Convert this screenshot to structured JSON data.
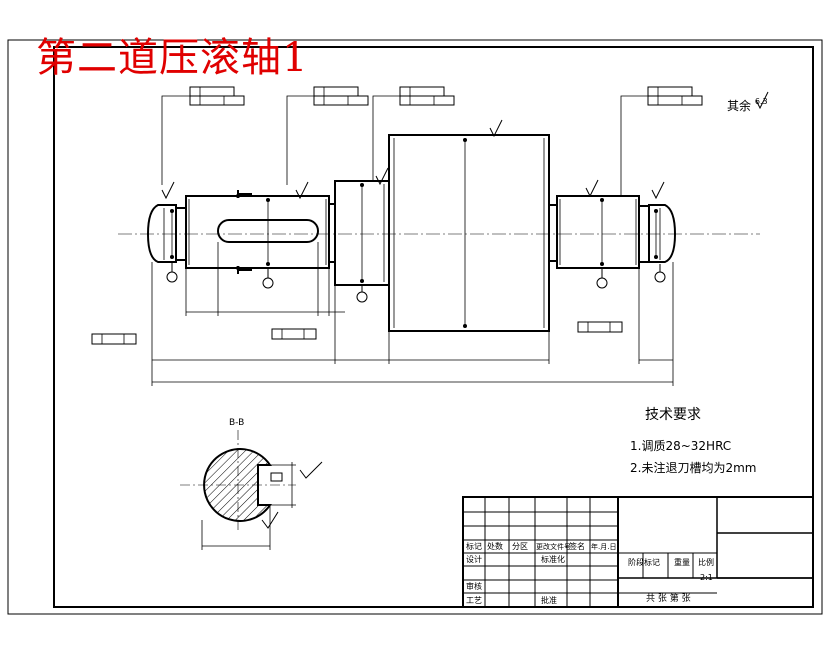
{
  "title": "第二道压滚轴1",
  "remainder_note": "其余",
  "remainder_roughness": "6.3",
  "technical_requirements": {
    "heading": "技术要求",
    "items": [
      "1.调质28~32HRC",
      "2.未注退刀槽均为2mm"
    ]
  },
  "section_label": "B-B",
  "title_block": {
    "mark": "标记",
    "count": "处数",
    "zone": "分区",
    "change_doc": "更改文件号",
    "signature": "签名",
    "date": "年.月.日",
    "design": "设计",
    "standardize": "标准化",
    "review": "审核",
    "process": "工艺",
    "approve": "批准",
    "stage_mark": "阶段标记",
    "weight": "重量",
    "scale_label": "比例",
    "scale": "2:1",
    "sheets": "共 张 第 张"
  },
  "colors": {
    "title": "#e00000",
    "lines": "#000000",
    "paper": "#ffffff"
  }
}
